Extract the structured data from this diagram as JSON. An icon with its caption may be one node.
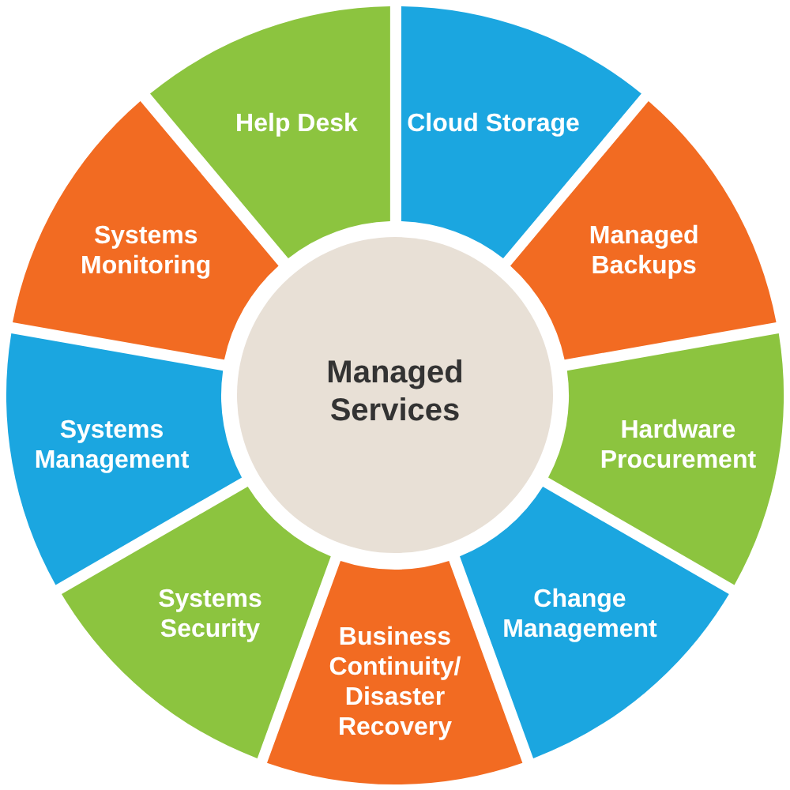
{
  "diagram": {
    "nodes": [
      {
        "text": [
          "Managed Services"
        ]
      },
      {
        "text": [
          "Cloud Storage"
        ]
      },
      {
        "text": [
          "Managed Backups"
        ]
      },
      {
        "text": [
          "Hardware Procurement"
        ]
      },
      {
        "text": [
          "Change Management"
        ]
      },
      {
        "text": [
          "Business Continuity/ Disaster Recovery"
        ]
      },
      {
        "text": [
          "Systems Security"
        ]
      },
      {
        "text": [
          "Systems Management"
        ]
      },
      {
        "text": [
          "Systems Monitoring"
        ]
      },
      {
        "text": [
          "Help Desk"
        ]
      }
    ]
  }
}
